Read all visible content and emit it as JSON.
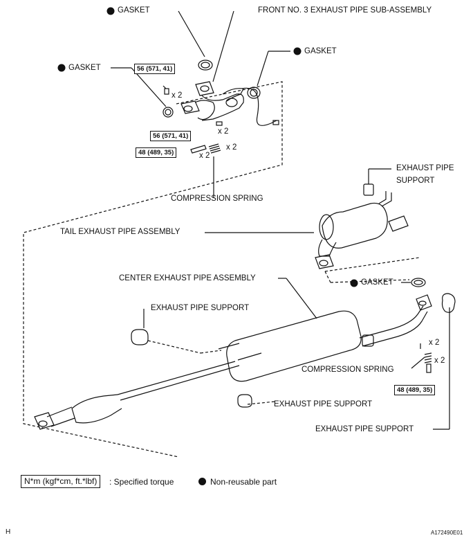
{
  "labels": {
    "gasket_top": "GASKET",
    "front_pipe": "FRONT NO. 3 EXHAUST PIPE SUB-ASSEMBLY",
    "gasket_right": "GASKET",
    "gasket_left": "GASKET",
    "compression_spring_top": "COMPRESSION SPRING",
    "exhaust_support_tr_line1": "EXHAUST PIPE",
    "exhaust_support_tr_line2": "SUPPORT",
    "tail_pipe": "TAIL EXHAUST PIPE ASSEMBLY",
    "center_pipe": "CENTER EXHAUST PIPE ASSEMBLY",
    "gasket_mid": "GASKET",
    "exhaust_support_left": "EXHAUST PIPE SUPPORT",
    "compression_spring_bottom": "COMPRESSION SPRING",
    "exhaust_support_bottom": "EXHAUST PIPE SUPPORT",
    "exhaust_support_right": "EXHAUST PIPE SUPPORT"
  },
  "torques": {
    "t1": "56 (571, 41)",
    "t2": "56 (571, 41)",
    "t3": "48 (489, 35)",
    "t4": "48 (489, 35)"
  },
  "quantities": {
    "q1": "x 2",
    "q2": "x 2",
    "q3": "x 2",
    "q4": "x 2",
    "q5": "x 2",
    "q6": "x 2"
  },
  "legend": {
    "torque_unit": "N*m (kgf*cm, ft.*lbf)",
    "torque_text": ": Specified torque",
    "nonreusable_text": "Non-reusable part"
  },
  "footer": {
    "code_left": "H",
    "code_right": "A172490E01"
  }
}
